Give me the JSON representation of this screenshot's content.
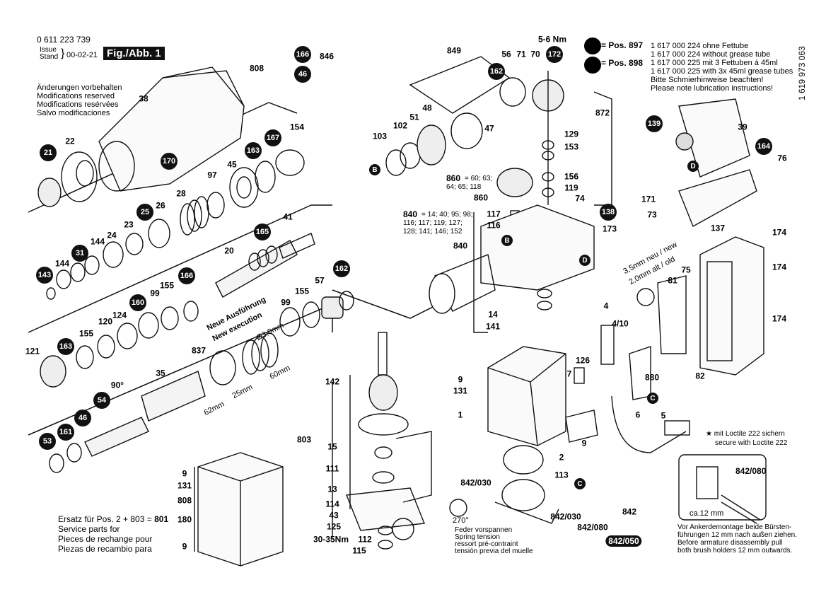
{
  "header": {
    "part_number": "0 611 223 739",
    "issue_label": "Issue",
    "stand_label": "Stand",
    "issue_date": "00-02-21",
    "figure_label": "Fig./Abb. 1",
    "modifications": [
      "Änderungen vorbehalten",
      "Modifications reserved",
      "Modifications resérvées",
      "Salvo modificaciones"
    ],
    "doc_number": "1 619 973 063"
  },
  "lubrication": {
    "pos897": "= Pos. 897",
    "pos898": "= Pos. 898",
    "lines": [
      "1 617 000 224 ohne Fettube",
      "1 617 000 224 without grease tube",
      "1 617 000 225 mit 3 Fettuben á 45ml",
      "1 617 000 225 with 3x 45ml grease tubes",
      "Bitte Schmierhinweise beachten!",
      "Please note lubrication instructions!"
    ]
  },
  "groups": {
    "g860_key": "860",
    "g860_list": "= 60; 63;",
    "g860_list2": "64; 65; 118",
    "g840_key": "840",
    "g840_list": "= 14; 40; 95; 98;",
    "g840_list2": "116; 117; 119; 127;",
    "g840_list3": "128; 141; 146; 152"
  },
  "service": {
    "line1": "Ersatz für Pos. 2 + 803 =",
    "ref": "801",
    "lines": [
      "Service parts for",
      "Pieces de rechange pour",
      "Piezas de recambio para"
    ]
  },
  "new_execution": {
    "de": "Neue Ausführung",
    "en": "New execution",
    "wire": "Ø3,0mm",
    "d1": "62mm",
    "d2": "25mm",
    "d3": "60mm"
  },
  "washer_note": {
    "new": "3,5mm neu / new",
    "old": "2,0mm alt / old"
  },
  "spring_note": {
    "angle": "270°",
    "lines": [
      "Feder vorspannen",
      "Spring tension",
      "ressort pré-contraint",
      "tensión previa del muelle"
    ]
  },
  "loctite_note": [
    "★ mit Loctite 222 sichern",
    "secure with Loctite 222"
  ],
  "brush_note": {
    "dim": "ca.12 mm",
    "ref": "842/080",
    "lines": [
      "Vor Ankerdemontage beide Bürsten-",
      "führungen 12 mm nach außen ziehen.",
      "Before armature disassembly pull",
      "both brush holders 12 mm outwards."
    ]
  },
  "labels": [
    {
      "t": "808",
      "s": "p"
    },
    {
      "t": "846",
      "s": "p"
    },
    {
      "t": "166",
      "s": "c"
    },
    {
      "t": "46",
      "s": "c"
    },
    {
      "t": "38",
      "s": "p"
    },
    {
      "t": "22",
      "s": "p"
    },
    {
      "t": "21",
      "s": "c"
    },
    {
      "t": "170",
      "s": "c"
    },
    {
      "t": "154",
      "s": "p"
    },
    {
      "t": "167",
      "s": "c"
    },
    {
      "t": "163",
      "s": "c"
    },
    {
      "t": "45",
      "s": "p"
    },
    {
      "t": "97",
      "s": "p"
    },
    {
      "t": "28",
      "s": "p"
    },
    {
      "t": "26",
      "s": "p"
    },
    {
      "t": "25",
      "s": "c"
    },
    {
      "t": "23",
      "s": "p"
    },
    {
      "t": "24",
      "s": "p"
    },
    {
      "t": "144",
      "s": "p"
    },
    {
      "t": "31",
      "s": "c"
    },
    {
      "t": "144",
      "s": "p"
    },
    {
      "t": "143",
      "s": "c"
    },
    {
      "t": "41",
      "s": "p"
    },
    {
      "t": "165",
      "s": "c"
    },
    {
      "t": "20",
      "s": "p"
    },
    {
      "t": "166",
      "s": "c"
    },
    {
      "t": "155",
      "s": "p"
    },
    {
      "t": "99",
      "s": "p"
    },
    {
      "t": "160",
      "s": "c"
    },
    {
      "t": "124",
      "s": "p"
    },
    {
      "t": "120",
      "s": "p"
    },
    {
      "t": "155",
      "s": "p"
    },
    {
      "t": "163",
      "s": "c"
    },
    {
      "t": "121",
      "s": "p"
    },
    {
      "t": "57",
      "s": "p"
    },
    {
      "t": "162",
      "s": "c"
    },
    {
      "t": "155",
      "s": "p"
    },
    {
      "t": "99",
      "s": "p"
    },
    {
      "t": "837",
      "s": "p"
    },
    {
      "t": "35",
      "s": "p"
    },
    {
      "t": "90°",
      "s": "p"
    },
    {
      "t": "54",
      "s": "c"
    },
    {
      "t": "46",
      "s": "c"
    },
    {
      "t": "161",
      "s": "c"
    },
    {
      "t": "53",
      "s": "c"
    },
    {
      "t": "849",
      "s": "p"
    },
    {
      "t": "56",
      "s": "p"
    },
    {
      "t": "71",
      "s": "p"
    },
    {
      "t": "70",
      "s": "p"
    },
    {
      "t": "5-6 Nm",
      "s": "p"
    },
    {
      "t": "172",
      "s": "c"
    },
    {
      "t": "162",
      "s": "c"
    },
    {
      "t": "103",
      "s": "p"
    },
    {
      "t": "102",
      "s": "p"
    },
    {
      "t": "51",
      "s": "p"
    },
    {
      "t": "48",
      "s": "p"
    },
    {
      "t": "47",
      "s": "p"
    },
    {
      "t": "872",
      "s": "p"
    },
    {
      "t": "129",
      "s": "p"
    },
    {
      "t": "153",
      "s": "p"
    },
    {
      "t": "156",
      "s": "p"
    },
    {
      "t": "119",
      "s": "p"
    },
    {
      "t": "B",
      "s": "l"
    },
    {
      "t": "860",
      "s": "p"
    },
    {
      "t": "74",
      "s": "p"
    },
    {
      "t": "138",
      "s": "c"
    },
    {
      "t": "173",
      "s": "p"
    },
    {
      "t": "117",
      "s": "p"
    },
    {
      "t": "116",
      "s": "p"
    },
    {
      "t": "840",
      "s": "p"
    },
    {
      "t": "B",
      "s": "l"
    },
    {
      "t": "D",
      "s": "l"
    },
    {
      "t": "14",
      "s": "p"
    },
    {
      "t": "141",
      "s": "p"
    },
    {
      "t": "139",
      "s": "c"
    },
    {
      "t": "39",
      "s": "p"
    },
    {
      "t": "164",
      "s": "c"
    },
    {
      "t": "76",
      "s": "p"
    },
    {
      "t": "D",
      "s": "l"
    },
    {
      "t": "171",
      "s": "p"
    },
    {
      "t": "73",
      "s": "p"
    },
    {
      "t": "137",
      "s": "p"
    },
    {
      "t": "174",
      "s": "p"
    },
    {
      "t": "174",
      "s": "p"
    },
    {
      "t": "174",
      "s": "p"
    },
    {
      "t": "75",
      "s": "p"
    },
    {
      "t": "81",
      "s": "p"
    },
    {
      "t": "4",
      "s": "p"
    },
    {
      "t": "4/10",
      "s": "p"
    },
    {
      "t": "880",
      "s": "p"
    },
    {
      "t": "C",
      "s": "l"
    },
    {
      "t": "82",
      "s": "p"
    },
    {
      "t": "126",
      "s": "p"
    },
    {
      "t": "7",
      "s": "p"
    },
    {
      "t": "9",
      "s": "p"
    },
    {
      "t": "131",
      "s": "p"
    },
    {
      "t": "1",
      "s": "p"
    },
    {
      "t": "6",
      "s": "p"
    },
    {
      "t": "5",
      "s": "p"
    },
    {
      "t": "9",
      "s": "p"
    },
    {
      "t": "2",
      "s": "p"
    },
    {
      "t": "113",
      "s": "p"
    },
    {
      "t": "C",
      "s": "l"
    },
    {
      "t": "842/030",
      "s": "p"
    },
    {
      "t": "842",
      "s": "p"
    },
    {
      "t": "842/030",
      "s": "p"
    },
    {
      "t": "842/080",
      "s": "p"
    },
    {
      "t": "842/050",
      "s": "b"
    },
    {
      "t": "142",
      "s": "p"
    },
    {
      "t": "803",
      "s": "p"
    },
    {
      "t": "15",
      "s": "p"
    },
    {
      "t": "111",
      "s": "p"
    },
    {
      "t": "13",
      "s": "p"
    },
    {
      "t": "114",
      "s": "p"
    },
    {
      "t": "43",
      "s": "p"
    },
    {
      "t": "125",
      "s": "p"
    },
    {
      "t": "30-35Nm",
      "s": "p"
    },
    {
      "t": "112",
      "s": "p"
    },
    {
      "t": "115",
      "s": "p"
    },
    {
      "t": "9",
      "s": "p"
    },
    {
      "t": "131",
      "s": "p"
    },
    {
      "t": "808",
      "s": "p"
    },
    {
      "t": "180",
      "s": "p"
    },
    {
      "t": "9",
      "s": "p"
    }
  ]
}
